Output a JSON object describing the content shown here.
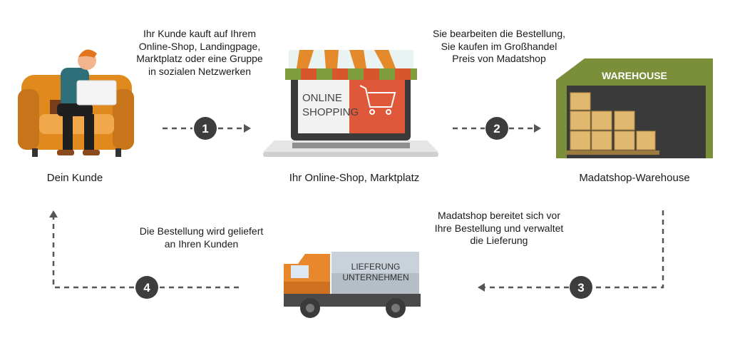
{
  "steps": [
    {
      "number": "1",
      "description": [
        "Ihr Kunde kauft auf Ihrem",
        "Online-Shop, Landingpage,",
        "Marktplatz oder eine Gruppe",
        "in sozialen Netzwerken"
      ]
    },
    {
      "number": "2",
      "description": [
        "Sie bearbeiten die Bestellung,",
        "Sie kaufen im Großhandel",
        "Preis von Madatshop"
      ]
    },
    {
      "number": "3",
      "description": [
        "Madatshop bereitet sich vor",
        "Ihre Bestellung und verwaltet",
        "die Lieferung"
      ]
    },
    {
      "number": "4",
      "description": [
        "Die Bestellung wird geliefert",
        "an Ihren Kunden"
      ]
    }
  ],
  "nodes": {
    "customer": "Dein Kunde",
    "shop": "Ihr Online-Shop, Marktplatz",
    "warehouse": "Madatshop-Warehouse"
  },
  "illustrations": {
    "laptop_screen_text": [
      "ONLINE",
      "SHOPPING"
    ],
    "warehouse_sign": "WAREHOUSE",
    "truck_text": [
      "LIEFERUNG",
      "UNTERNEHMEN"
    ]
  },
  "colors": {
    "step_circle": "#3d3d3d",
    "dash": "#555555",
    "orange": "#e8872c",
    "green": "#7b8f3a"
  }
}
